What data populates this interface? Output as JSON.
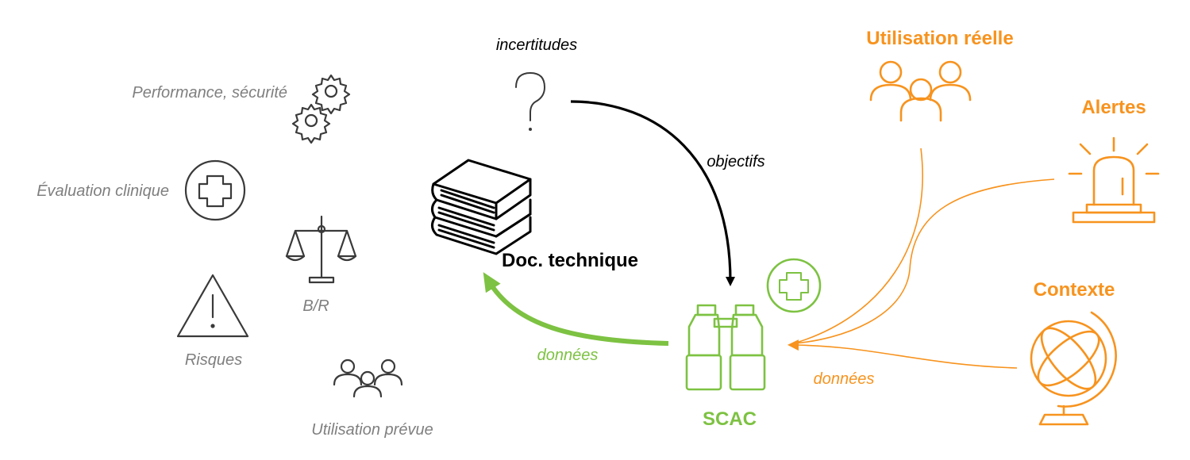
{
  "labels": {
    "incertitudes": "incertitudes",
    "objectifs": "objectifs",
    "performance": "Performance, sécurité",
    "evaluation": "Évaluation clinique",
    "br": "B/R",
    "risques": "Risques",
    "utilisation_prevue": "Utilisation prévue",
    "doc_technique": "Doc. technique",
    "donnees_green": "données",
    "scac": "SCAC",
    "donnees_orange": "données",
    "utilisation_reelle": "Utilisation réelle",
    "alertes": "Alertes",
    "contexte": "Contexte"
  },
  "colors": {
    "grey_text": "#7f7f7f",
    "orange": "#f7931e",
    "green": "#7dc242",
    "black": "#000000"
  },
  "icons": [
    "question-icon",
    "gears-icon",
    "medical-cross-icon",
    "scales-icon",
    "warning-icon",
    "people-icon",
    "books-icon",
    "binoculars-icon",
    "siren-icon",
    "globe-icon"
  ]
}
